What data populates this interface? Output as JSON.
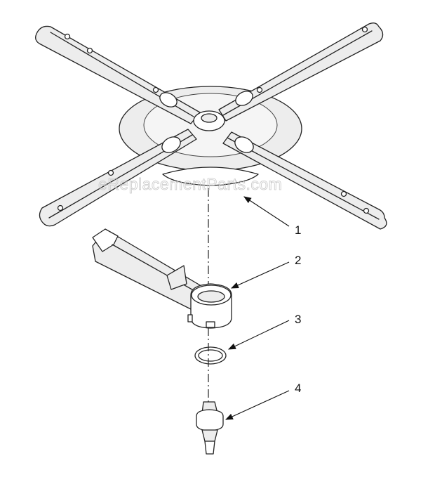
{
  "diagram": {
    "watermark": "eReplacementParts.com",
    "callouts": [
      {
        "number": "1",
        "part": "spray-arm-base"
      },
      {
        "number": "2",
        "part": "spray-arm-manifold"
      },
      {
        "number": "3",
        "part": "o-ring"
      },
      {
        "number": "4",
        "part": "spray-arm-bearing"
      }
    ]
  }
}
